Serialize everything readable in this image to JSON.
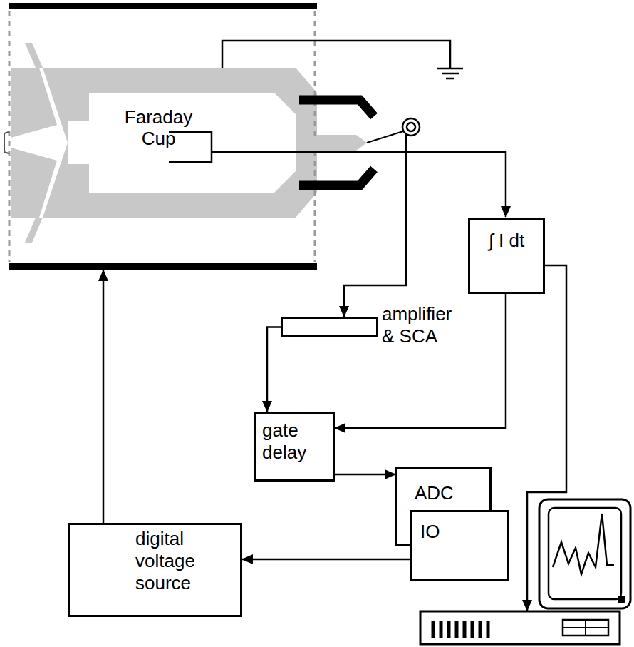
{
  "diagram": {
    "nodes": [
      {
        "text": [
          "∫ I dt"
        ]
      },
      {
        "text": [
          "amplifier & SCA"
        ]
      },
      {
        "text": [
          "gate delay"
        ]
      },
      {
        "text": [
          "ADC"
        ]
      },
      {
        "text": [
          "IO"
        ]
      },
      {
        "text": [
          "digital voltage source"
        ]
      }
    ],
    "edges": [
      {
        "from": 1,
        "to": 2,
        "arrow": "to"
      },
      {
        "from": 0,
        "to": 2,
        "arrow": "to"
      },
      {
        "from": 2,
        "to": 3,
        "arrow": "to"
      },
      {
        "from": 4,
        "to": 5,
        "arrow": "to"
      }
    ],
    "labels": [
      "Faraday Cup"
    ]
  }
}
